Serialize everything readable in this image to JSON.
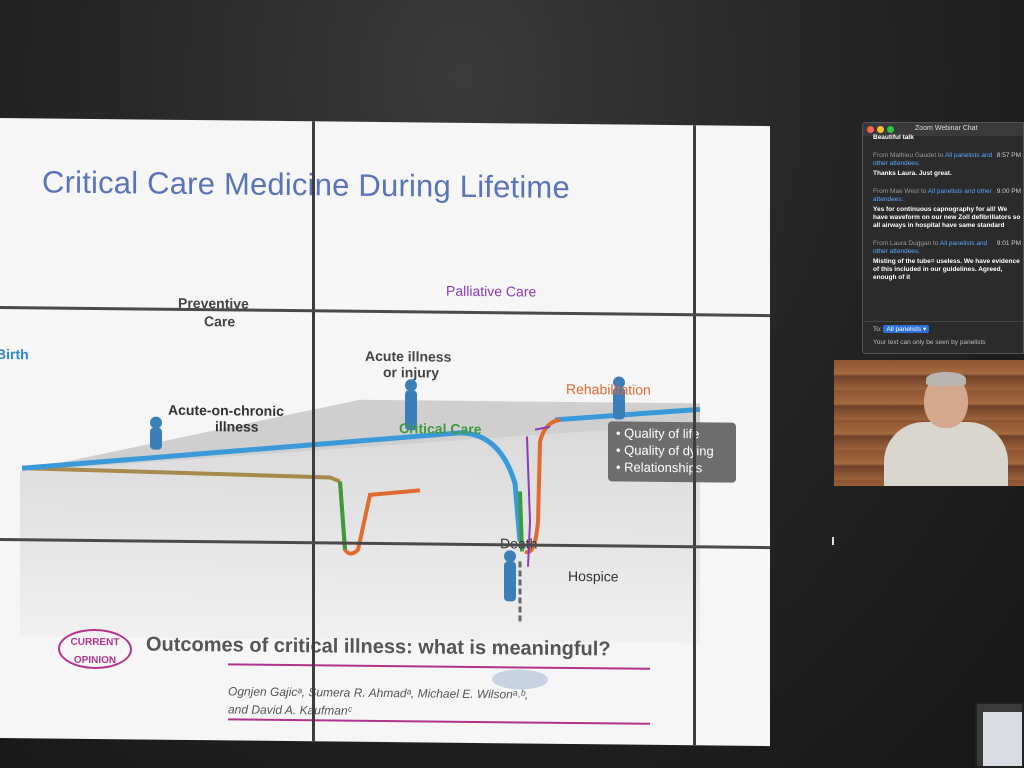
{
  "slide": {
    "title": "Critical Care Medicine During Lifetime",
    "labels": {
      "birth": "Birth",
      "preventive_care_1": "Preventive",
      "preventive_care_2": "Care",
      "acute_illness_1": "Acute illness",
      "acute_illness_2": "or injury",
      "palliative_care": "Palliative Care",
      "rehabilitation": "Rehabilitation",
      "acute_on_chronic_1": "Acute-on-chronic",
      "acute_on_chronic_2": "illness",
      "critical_care": "Critical Care",
      "death": "Death",
      "hospice": "Hospice"
    },
    "quality_items": [
      "• Quality of life",
      "• Quality of dying",
      "• Relationships"
    ],
    "journal": {
      "logo_line1": "CURRENT",
      "logo_line2": "OPINION",
      "article_title": "Outcomes of critical illness: what is meaningful?",
      "authors_line1": "Ognjen Gajicᵃ, Sumera R. Ahmadᵃ, Michael E. Wilsonᵃ˒ᵇ,",
      "authors_line2": "and David A. Kaufmanᶜ"
    },
    "colors": {
      "title": "#5b74b8",
      "timeline": "#3a9ad9",
      "critical": "#3d9a3d",
      "rehab": "#e06a30",
      "palliative": "#8a3cb2",
      "chronic": "#a8894e"
    }
  },
  "chat": {
    "window_title": "Zoom Webinar Chat",
    "top_partial_text": "Beautiful talk",
    "messages": [
      {
        "from": "From Mathieu Gaudet to ",
        "to": "All panelists and other attendees:",
        "time": "8:57 PM",
        "text": "Thanks Laura. Just great."
      },
      {
        "from": "From Mae West to ",
        "to": "All panelists and other attendees:",
        "time": "9:00 PM",
        "text": "Yes for continuous capnography for all! We have waveform on our new Zoll defibrillators so all airways in hospital have same standard"
      },
      {
        "from": "From Laura Duggan to ",
        "to": "All panelists and other attendees:",
        "time": "9:01 PM",
        "text": "Misting of the tube= useless. We have evidence of this included in our guidelines. Agreed, enough of it"
      }
    ],
    "to_label": "To:",
    "to_value": "All panelists ▾",
    "input_placeholder": "Your text can only be seen by panelists"
  }
}
